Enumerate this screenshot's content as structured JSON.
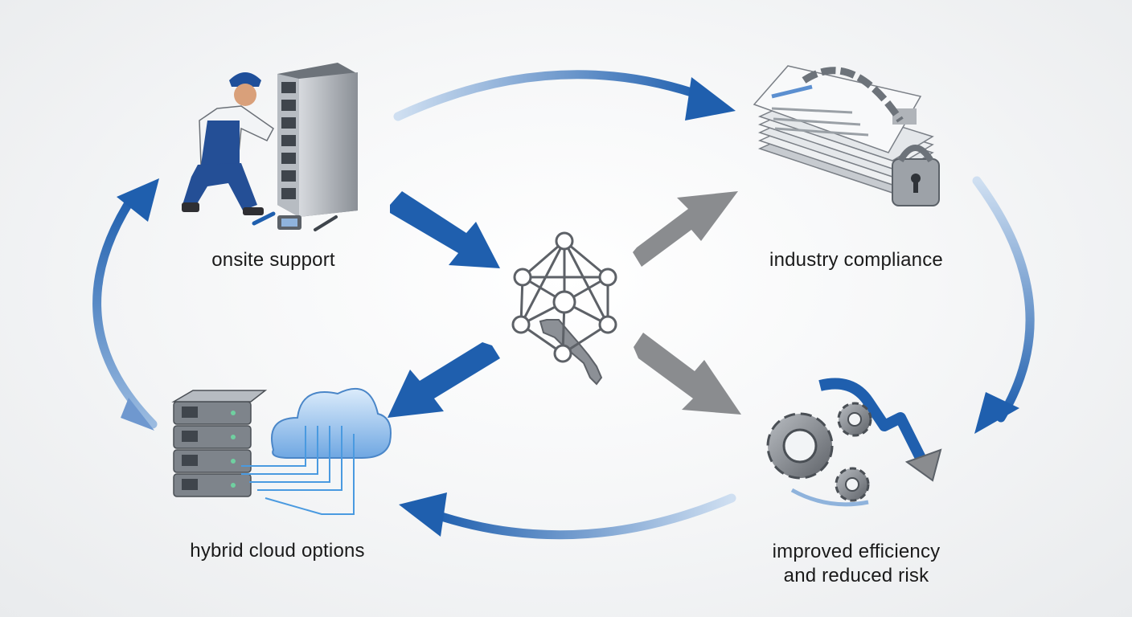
{
  "labels": {
    "onsite": "onsite support",
    "compliance": "industry compliance",
    "hybrid": "hybrid cloud options",
    "efficiency_line1": "improved efficiency",
    "efficiency_line2": "and reduced risk"
  },
  "icons": {
    "onsite": "technician-server-rack-icon",
    "compliance": "locked-documents-icon",
    "hybrid": "server-cloud-icon",
    "efficiency": "gears-downtrend-icon",
    "center": "network-florida-icon"
  },
  "colors": {
    "blue": "#1f5fae",
    "light_blue": "#8fb3dc",
    "gray_arrow": "#8a8c8f",
    "text": "#1a1a1a"
  }
}
